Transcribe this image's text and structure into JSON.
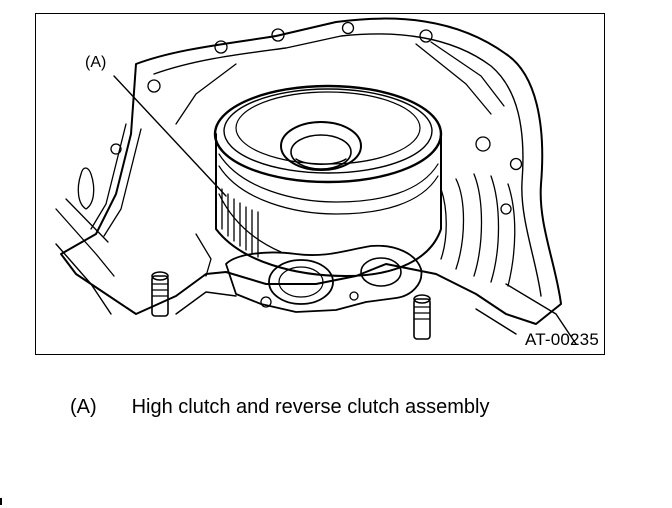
{
  "figure": {
    "callout": "(A)",
    "figure_id": "AT-00235"
  },
  "caption": {
    "key": "(A)",
    "text": "High clutch and reverse clutch assembly"
  },
  "colors": {
    "ink": "#000000",
    "paper": "#ffffff"
  }
}
